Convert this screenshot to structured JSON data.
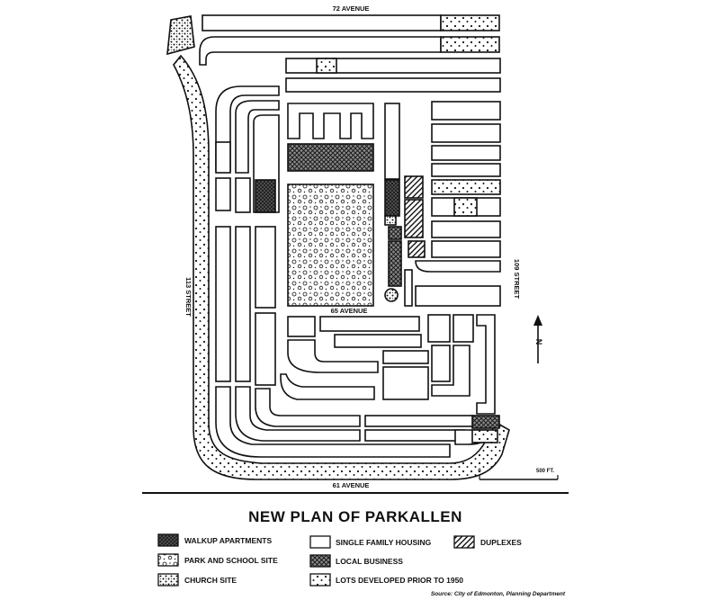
{
  "map": {
    "streets": {
      "north": "72 AVENUE",
      "middle": "65 AVENUE",
      "south": "61 AVENUE",
      "west": "113 STREET",
      "east": "109 STREET"
    },
    "scale": {
      "start": "0",
      "end": "500 FT."
    },
    "north_arrow": "N"
  },
  "title": "NEW PLAN OF PARKALLEN",
  "legend": {
    "walkup": "WALKUP APARTMENTS",
    "park": "PARK AND SCHOOL SITE",
    "church": "CHURCH SITE",
    "single": "SINGLE FAMILY HOUSING",
    "local": "LOCAL BUSINESS",
    "lots": "LOTS DEVELOPED PRIOR TO 1950",
    "duplex": "DUPLEXES"
  },
  "source": "Source: City of Edmonton, Planning Department"
}
